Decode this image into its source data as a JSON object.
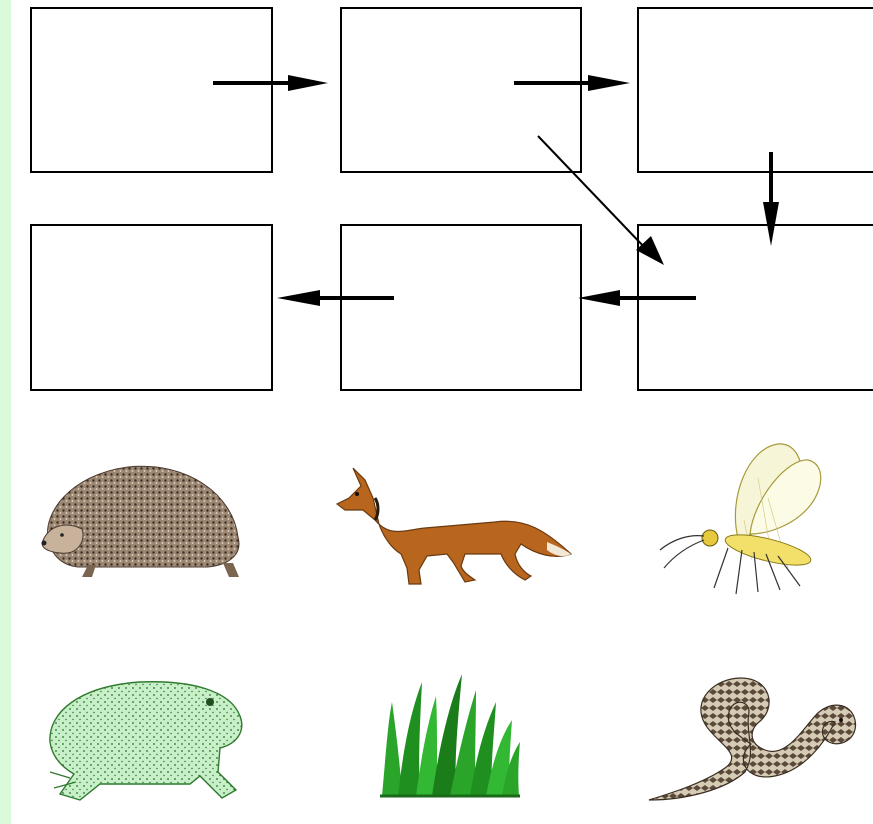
{
  "diagram": {
    "description_nodes": [
      {
        "id": "box-1",
        "text": ""
      },
      {
        "id": "box-2",
        "text": ""
      },
      {
        "id": "box-3",
        "text": ""
      },
      {
        "id": "box-4",
        "text": ""
      },
      {
        "id": "box-5",
        "text": ""
      },
      {
        "id": "box-6",
        "text": ""
      }
    ],
    "edges": [
      {
        "from": "box-1",
        "to": "box-2"
      },
      {
        "from": "box-2",
        "to": "box-3"
      },
      {
        "from": "box-2",
        "to": "box-6"
      },
      {
        "from": "box-3",
        "to": "box-6"
      },
      {
        "from": "box-6",
        "to": "box-5"
      },
      {
        "from": "box-5",
        "to": "box-4"
      }
    ]
  },
  "organisms": [
    {
      "name": "hedgehog",
      "icon": "hedgehog-icon"
    },
    {
      "name": "fox",
      "icon": "fox-icon"
    },
    {
      "name": "insect",
      "icon": "insect-icon"
    },
    {
      "name": "frog",
      "icon": "frog-icon"
    },
    {
      "name": "grass",
      "icon": "grass-icon"
    },
    {
      "name": "snake",
      "icon": "snake-icon"
    }
  ],
  "colors": {
    "strip": "#d9fbd9",
    "fox": "#b8651d",
    "frog": "#c8f0c8",
    "grass": "#1f9a1f",
    "insect": "#f2e06a"
  }
}
